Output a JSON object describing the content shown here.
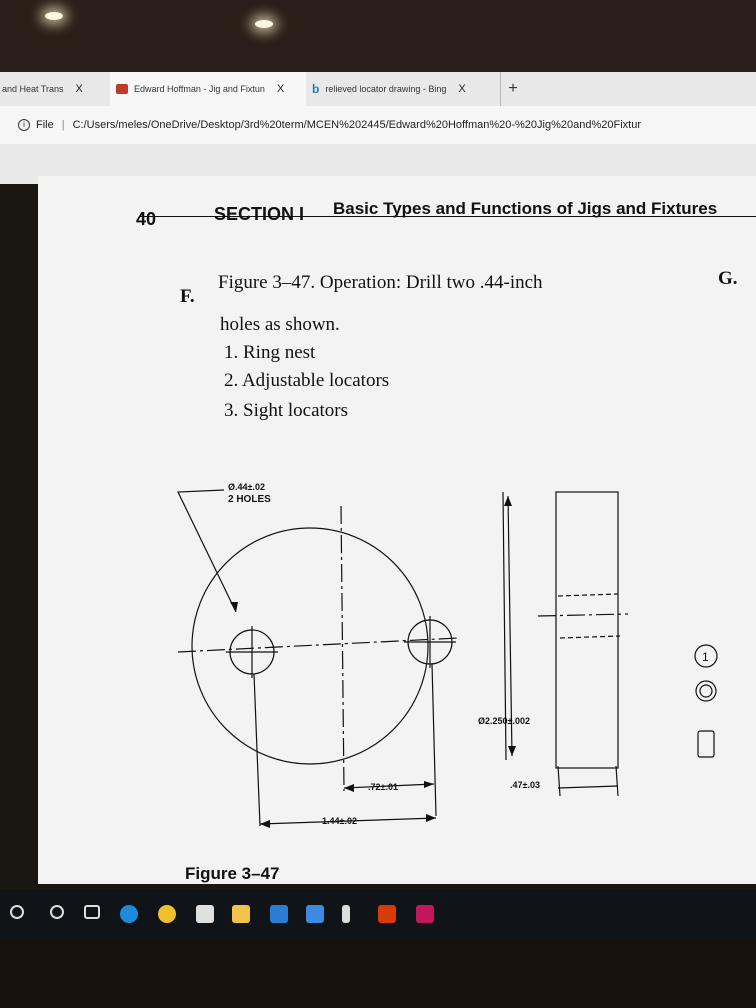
{
  "browser": {
    "tabs": [
      {
        "label": "and Heat Trans",
        "close": "X"
      },
      {
        "label": "Edward Hoffman - Jig and Fixtun",
        "close": "X"
      },
      {
        "label": "relieved locator drawing - Bing",
        "close": "X"
      }
    ],
    "new_tab": "+",
    "address": {
      "scheme": "File",
      "path": "C:/Users/meles/OneDrive/Desktop/3rd%20term/MCEN%202445/Edward%20Hoffman%20-%20Jig%20and%20Fixtur"
    }
  },
  "page": {
    "number": "40",
    "section": "SECTION I",
    "section_title": "Basic Types and Functions of Jigs and Fixtures",
    "side_letter": "G.",
    "item_letter": "F.",
    "lines": [
      "Figure 3–47. Operation: Drill two .44-inch",
      "holes as shown.",
      "1. Ring nest",
      "2. Adjustable locators",
      "3. Sight locators"
    ],
    "figure": {
      "hole_dim": "Ø.44±.02",
      "hole_count": "2 HOLES",
      "diameter_dim": "Ø2.250±.002",
      "dim_72": ".72±.01",
      "dim_144": "1.44±.02",
      "dim_47": ".47±.03"
    },
    "caption": "Figure 3–47",
    "legend_number": "1"
  }
}
